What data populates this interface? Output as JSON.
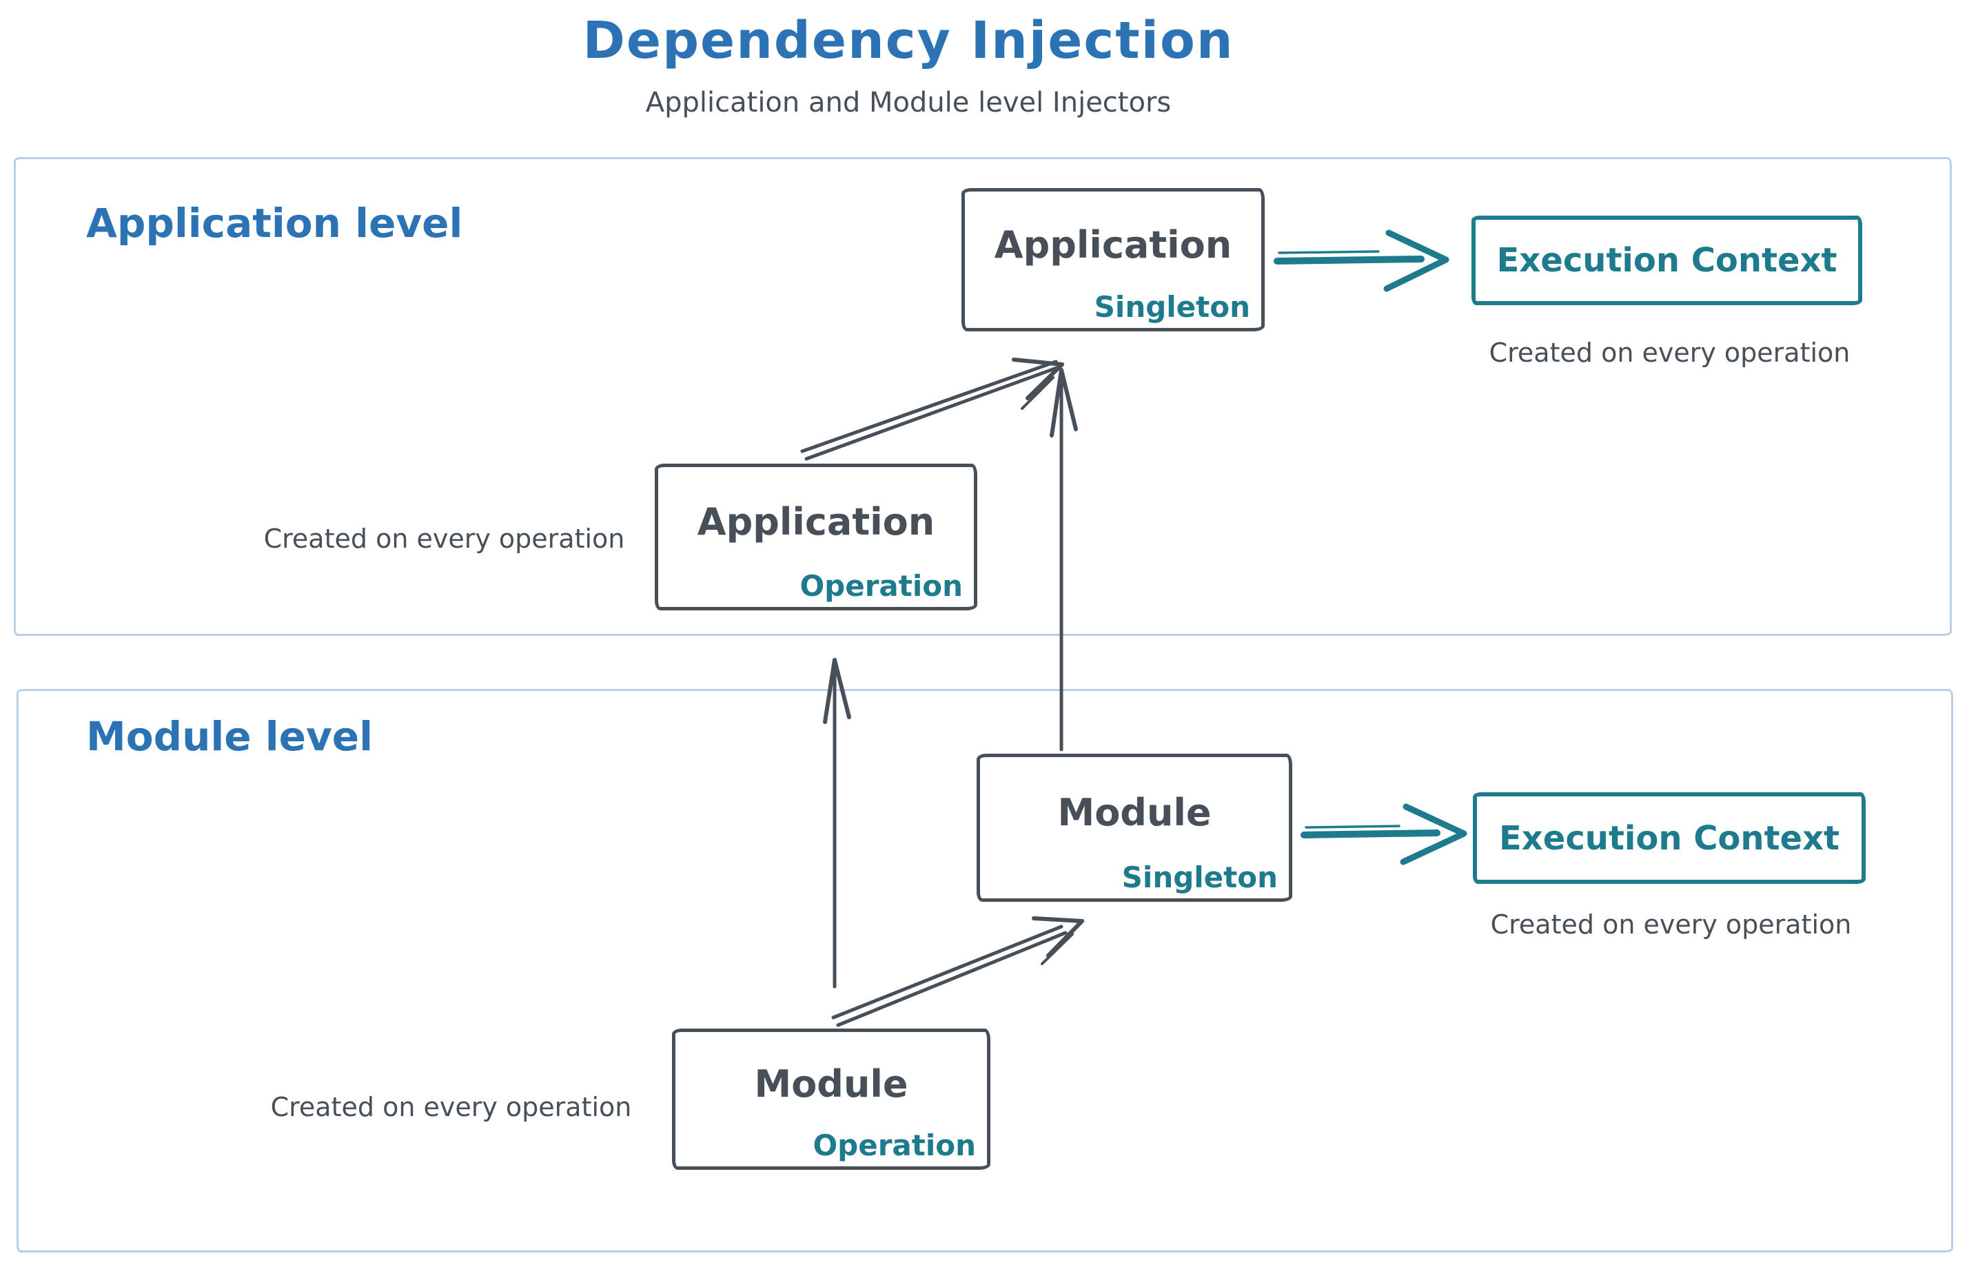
{
  "title": "Dependency Injection",
  "subtitle": "Application and Module level Injectors",
  "colors": {
    "blue": "#2c73b5",
    "teal": "#1d7b8d",
    "dark": "#474f58",
    "panel_border": "#b9cfe9"
  },
  "application_level": {
    "label": "Application level",
    "singleton_box": {
      "name": "Application",
      "scope": "Singleton"
    },
    "operation_box": {
      "name": "Application",
      "scope": "Operation"
    },
    "operation_note": "Created on every operation",
    "execution_context": {
      "label": "Execution Context",
      "note": "Created on every operation"
    }
  },
  "module_level": {
    "label": "Module level",
    "singleton_box": {
      "name": "Module",
      "scope": "Singleton"
    },
    "operation_box": {
      "name": "Module",
      "scope": "Operation"
    },
    "operation_note": "Created on every operation",
    "execution_context": {
      "label": "Execution Context",
      "note": "Created on every operation"
    }
  }
}
